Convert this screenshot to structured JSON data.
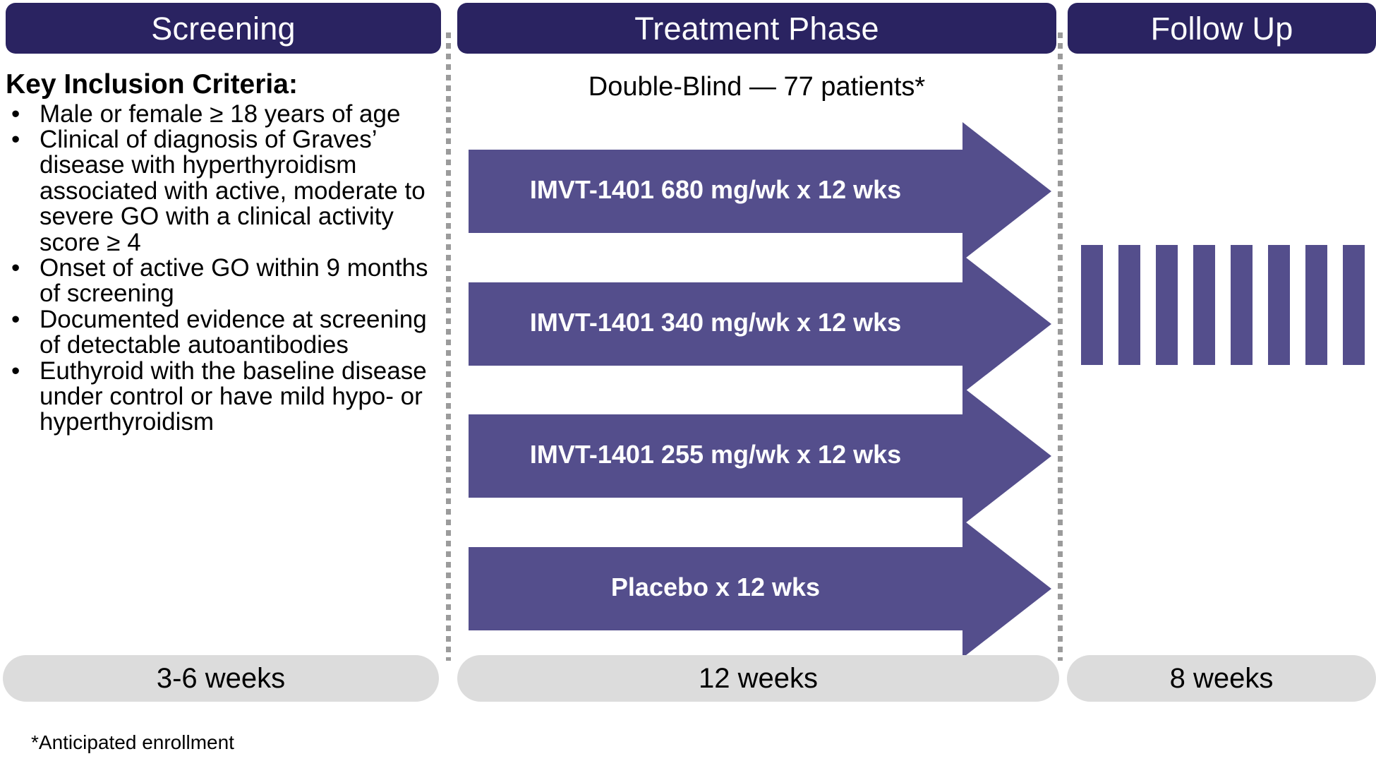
{
  "phases": [
    {
      "id": "screening",
      "title": "Screening",
      "duration": "3-6 weeks"
    },
    {
      "id": "treatment",
      "title": "Treatment Phase",
      "duration": "12 weeks"
    },
    {
      "id": "followup",
      "title": "Follow Up",
      "duration": "8 weeks"
    }
  ],
  "screening": {
    "criteria_title": "Key Inclusion Criteria:",
    "bullet_glyph": "•",
    "criteria": [
      "Male or female ≥ 18 years of age",
      "Clinical of diagnosis of Graves’ disease with hyperthyroidism associated with active, moderate to severe GO with a clinical activity score ≥ 4",
      "Onset of active GO within 9 months of screening",
      "Documented evidence at screening of detectable autoantibodies",
      "Euthyroid with the baseline disease under control or have mild hypo- or hyperthyroidism"
    ]
  },
  "treatment": {
    "design_label": "Double-Blind —  77 patients*",
    "arms": [
      {
        "label": "IMVT-1401 680 mg/wk x 12 wks"
      },
      {
        "label": "IMVT-1401 340 mg/wk x 12 wks"
      },
      {
        "label": "IMVT-1401 255 mg/wk x 12 wks"
      },
      {
        "label": "Placebo x 12 wks"
      }
    ]
  },
  "followup": {
    "bar_count": 8
  },
  "footnote": "*Anticipated enrollment",
  "colors": {
    "header_navy": "#2A2361",
    "arrow_purple": "#544E8C",
    "pill_grey": "#DCDCDC",
    "divider_grey": "#9B9B9B",
    "text_black": "#000000",
    "text_white": "#FFFFFF"
  }
}
